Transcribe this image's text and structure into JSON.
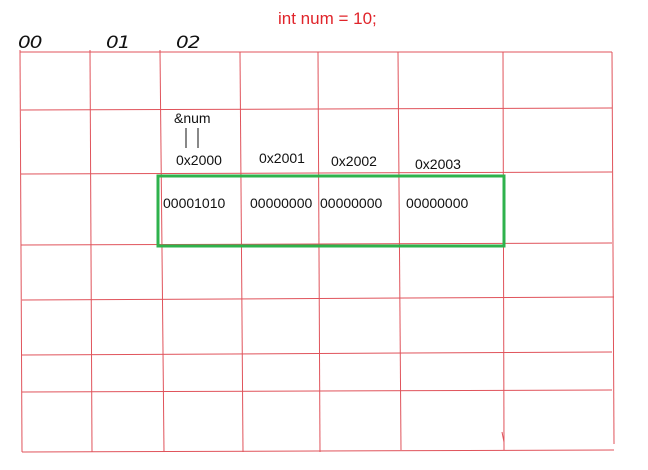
{
  "code_text": "int num = 10;",
  "handwritten_indices": [
    "00",
    "01",
    "02"
  ],
  "pointer_label": "&num",
  "addresses": [
    "0x2000",
    "0x2001",
    "0x2002",
    "0x2003"
  ],
  "bytes": [
    "00001010",
    "00000000",
    "00000000",
    "00000000"
  ],
  "colors": {
    "grid": "#e0535b",
    "highlight": "#2fb24c",
    "code": "#e0242a",
    "text": "#111111"
  }
}
